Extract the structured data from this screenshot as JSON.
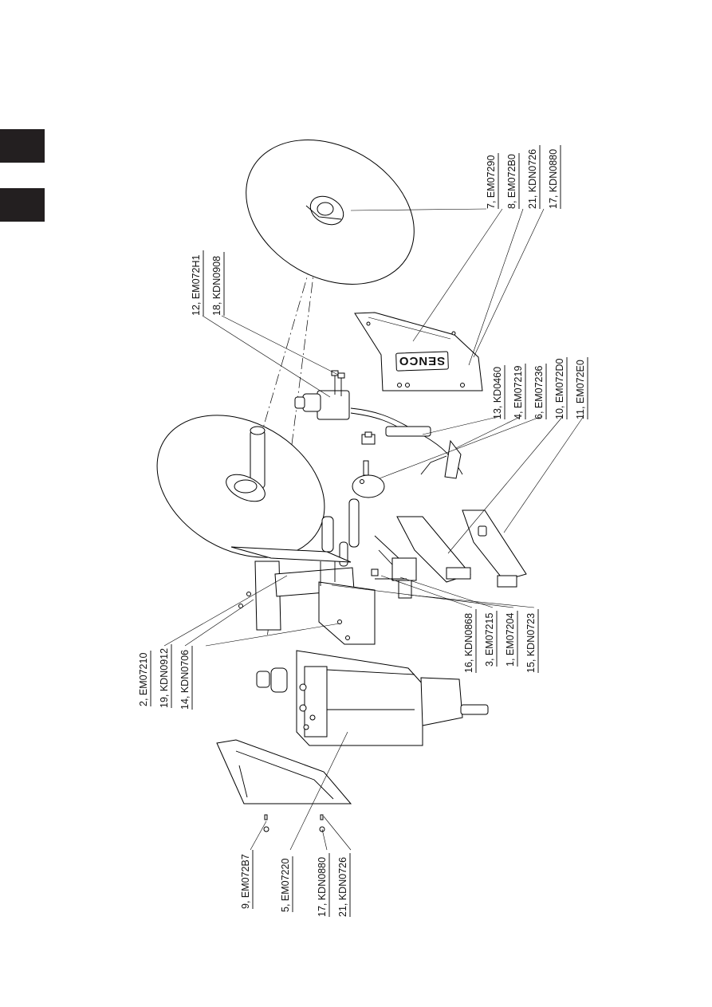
{
  "side_tabs": [
    {
      "name": "section-tab-1"
    },
    {
      "name": "section-tab-2"
    }
  ],
  "logo_text": "SENCO",
  "callouts": {
    "c7": "7, EM07290",
    "c8": "8, EM072B0",
    "c21a": "21, KDN0726",
    "c17a": "17, KDN0880",
    "c12": "12, EM072H1",
    "c18": "18, KDN0908",
    "c13": "13, KD0460",
    "c4": "4, EM07219",
    "c6": "6, EM07236",
    "c10": "10, EM072D0",
    "c11": "11, EM072E0",
    "c2": "2, EM07210",
    "c19": "19, KDN0912",
    "c14": "14, KDN0706",
    "c16": "16, KDN0868",
    "c3": "3, EM07215",
    "c1": "1, EM07204",
    "c15": "15, KDN0723",
    "c9": "9, EM072B7",
    "c5": "5, EM07220",
    "c17b": "17, KDN0880",
    "c21b": "21, KDN0726"
  }
}
